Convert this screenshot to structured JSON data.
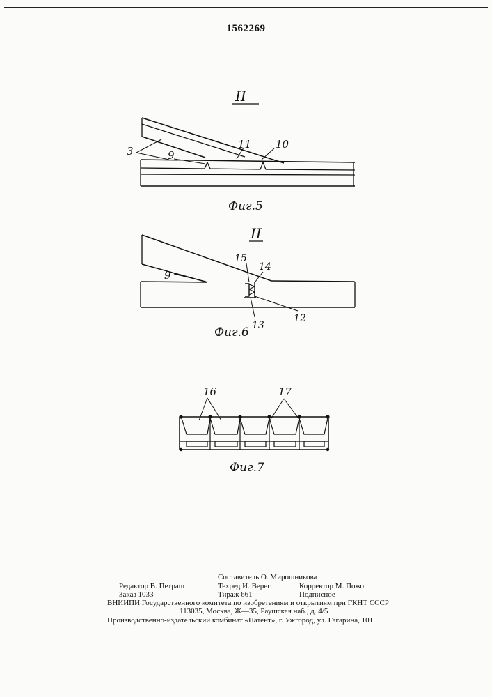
{
  "header": {
    "patent_number": "1562269"
  },
  "fig5": {
    "section_label": "II",
    "labels": {
      "l3": "3",
      "l9": "9",
      "l11": "11",
      "l10": "10"
    },
    "caption": "Фиг.5"
  },
  "fig6": {
    "section_label": "II",
    "labels": {
      "l9": "9",
      "l15": "15",
      "l14": "14",
      "l13": "13",
      "l12": "12"
    },
    "caption": "Фиг.6"
  },
  "fig7": {
    "labels": {
      "l16": "16",
      "l17": "17"
    },
    "caption": "Фиг.7"
  },
  "imprint": {
    "compiler": "Составитель О. Мирошникова",
    "editor": "Редактор В. Петраш",
    "techred": "Техред И. Верес",
    "corrector": "Корректор М. Пожо",
    "order": "Заказ 1033",
    "circulation": "Тираж 661",
    "subscription": "Подписное",
    "institute": "ВНИИПИ Государственного комитета по изобретениям и открытиям при ГКНТ СССР",
    "address": "113035, Москва, Ж—35, Раушская наб., д. 4/5",
    "plant": "Производственно-издательский комбинат «Патент», г. Ужгород, ул. Гагарина, 101"
  }
}
